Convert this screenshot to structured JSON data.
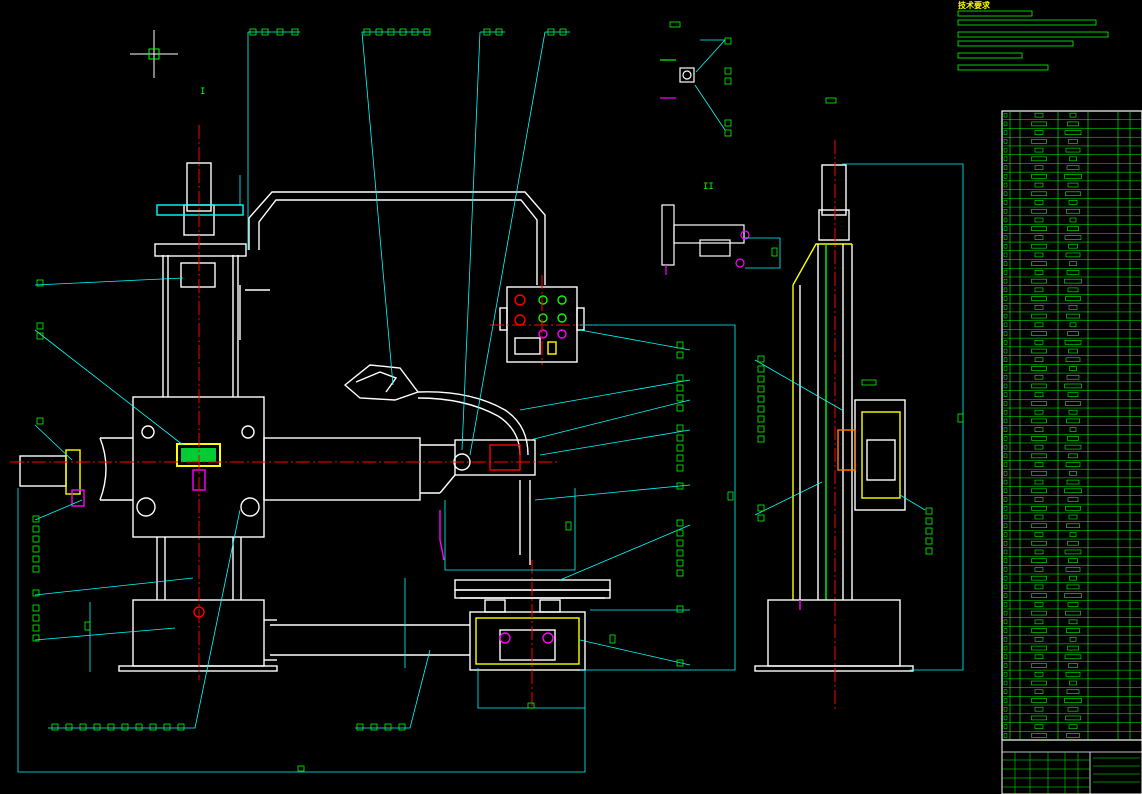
{
  "drawing": {
    "background": "#000000",
    "colors": {
      "outline": "#ffffff",
      "leader": "#00ffff",
      "text": "#00ff00",
      "center": "#ff0000",
      "highlight": "#ffff00",
      "accent": "#ff00ff"
    },
    "title_block": {
      "heading": "技术要求",
      "parts_table_rows": 72,
      "parts_table_columns": 8
    },
    "section_marks": {
      "top_detail": "I",
      "side_detail": "II"
    }
  }
}
